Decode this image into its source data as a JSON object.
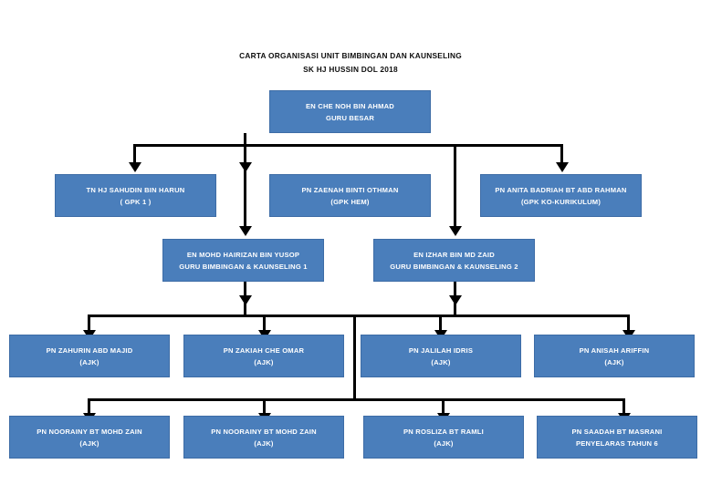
{
  "title": {
    "line1": "CARTA ORGANISASI UNIT BIMBINGAN DAN KAUNSELING",
    "line2": "SK HJ HUSSIN DOL 2018"
  },
  "colors": {
    "box_fill": "#4a7ebb",
    "box_border": "#3d6ca6",
    "box_text": "#ffffff",
    "connector": "#000000",
    "title_text": "#0d0d0d",
    "background": "#ffffff"
  },
  "nodes": {
    "head": {
      "line1": "EN CHE NOH BIN AHMAD",
      "line2": "GURU BESAR"
    },
    "gpk": [
      {
        "line1": "TN HJ SAHUDIN BIN HARUN",
        "line2": "( GPK 1 )"
      },
      {
        "line1": "PN ZAENAH BINTI OTHMAN",
        "line2": "(GPK HEM)"
      },
      {
        "line1": "PN ANITA BADRIAH BT ABD RAHMAN",
        "line2": "(GPK KO-KURIKULUM)"
      }
    ],
    "counsellors": [
      {
        "line1": "EN MOHD HAIRIZAN BIN YUSOP",
        "line2": "GURU BIMBINGAN &  KAUNSELING 1"
      },
      {
        "line1": "EN IZHAR BIN MD ZAID",
        "line2": "GURU BIMBINGAN &  KAUNSELING 2"
      }
    ],
    "ajk_row1": [
      {
        "line1": "PN ZAHURIN ABD MAJID",
        "line2": "(AJK)"
      },
      {
        "line1": "PN ZAKIAH CHE OMAR",
        "line2": "(AJK)"
      },
      {
        "line1": "PN JALILAH IDRIS",
        "line2": "(AJK)"
      },
      {
        "line1": "PN ANISAH ARIFFIN",
        "line2": "(AJK)"
      }
    ],
    "ajk_row2": [
      {
        "line1": "PN NOORAINY BT MOHD ZAIN",
        "line2": "(AJK)"
      },
      {
        "line1": "PN NOORAINY BT MOHD ZAIN",
        "line2": "(AJK)"
      },
      {
        "line1": "PN ROSLIZA BT RAMLI",
        "line2": "(AJK)"
      },
      {
        "line1": "PN SAADAH BT MASRANI",
        "line2": "PENYELARAS TAHUN 6"
      }
    ]
  }
}
